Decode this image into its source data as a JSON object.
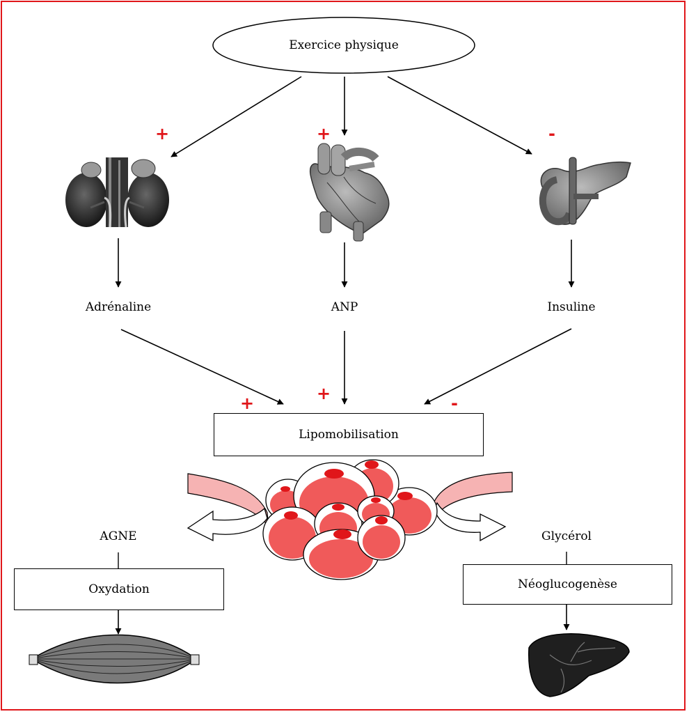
{
  "nodes": {
    "exercise": "Exercice physique",
    "adrenaline": "Adrénaline",
    "anp": "ANP",
    "insuline": "Insuline",
    "lipomobilisation": "Lipomobilisation",
    "agne": "AGNE",
    "glycerol": "Glycérol",
    "oxydation": "Oxydation",
    "neoglucogenese": "Néoglucogenèse"
  },
  "signs": {
    "to_adrenal": "+",
    "to_heart": "+",
    "to_pancreas": "-",
    "adrenaline_effect": "+",
    "anp_effect": "+",
    "insuline_effect": "-"
  },
  "colors": {
    "frame": "#e0161a",
    "sign": "#e0161a",
    "adipocyte": "#f05a5a",
    "adipocyte_nucleus": "#e0161a",
    "band": "#f6b3b3"
  },
  "icons": {
    "adrenal": "adrenal-kidney-icon",
    "heart": "heart-icon",
    "pancreas": "pancreas-icon",
    "adipose": "adipose-tissue-icon",
    "muscle": "muscle-icon",
    "liver": "liver-icon"
  }
}
